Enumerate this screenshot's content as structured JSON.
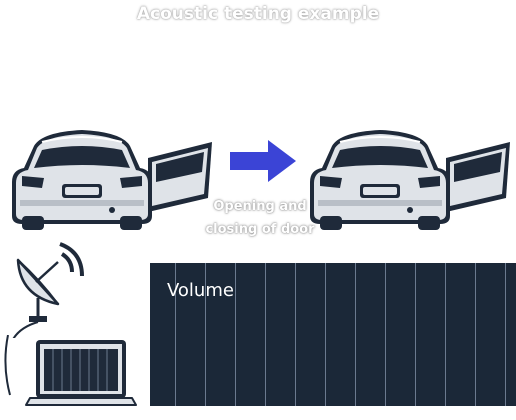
{
  "title": "Acoustic testing example",
  "caption_line1": "Opening and",
  "caption_line2": "closing of door",
  "panel_label": "Volume",
  "colors": {
    "arrow": "#3b44d6",
    "panel_bg": "#1b2838",
    "car_body": "#dfe3e8",
    "car_outline": "#1f2a3a"
  },
  "icons": {
    "car": "car-rear-door-open-icon",
    "arrow": "arrow-right-icon",
    "microphone": "microphone-stand-icon",
    "laptop": "laptop-icon"
  }
}
